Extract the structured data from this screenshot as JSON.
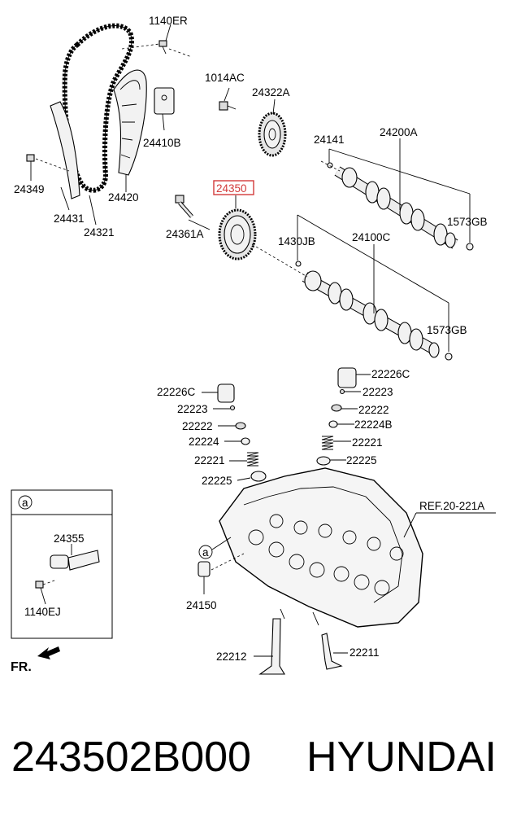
{
  "labels": {
    "p1140ER": "1140ER",
    "p1014AC": "1014AC",
    "p24322A": "24322A",
    "p24410B": "24410B",
    "p24141": "24141",
    "p24200A": "24200A",
    "p24349": "24349",
    "p24420": "24420",
    "p24350": "24350",
    "p24431": "24431",
    "p24321": "24321",
    "p24361A": "24361A",
    "p1573GB_top": "1573GB",
    "p1430JB": "1430JB",
    "p24100C": "24100C",
    "p1573GB_bot": "1573GB",
    "p22226C_l": "22226C",
    "p22226C_r": "22226C",
    "p22223_l": "22223",
    "p22223_r": "22223",
    "p22222_l": "22222",
    "p22222_r": "22222",
    "p22224": "22224",
    "p22224B": "22224B",
    "p22221_l": "22221",
    "p22221_r": "22221",
    "p22225_l": "22225",
    "p22225_r": "22225",
    "ref": "REF.20-221A",
    "inset_a": "a",
    "p24355": "24355",
    "p1140EJ": "1140EJ",
    "callout_a": "a",
    "p24150": "24150",
    "p22212": "22212",
    "p22211": "22211",
    "fr": "FR."
  },
  "highlight_color": "#d23a3a",
  "footer": {
    "part_number": "243502B000",
    "brand": "HYUNDAI"
  }
}
